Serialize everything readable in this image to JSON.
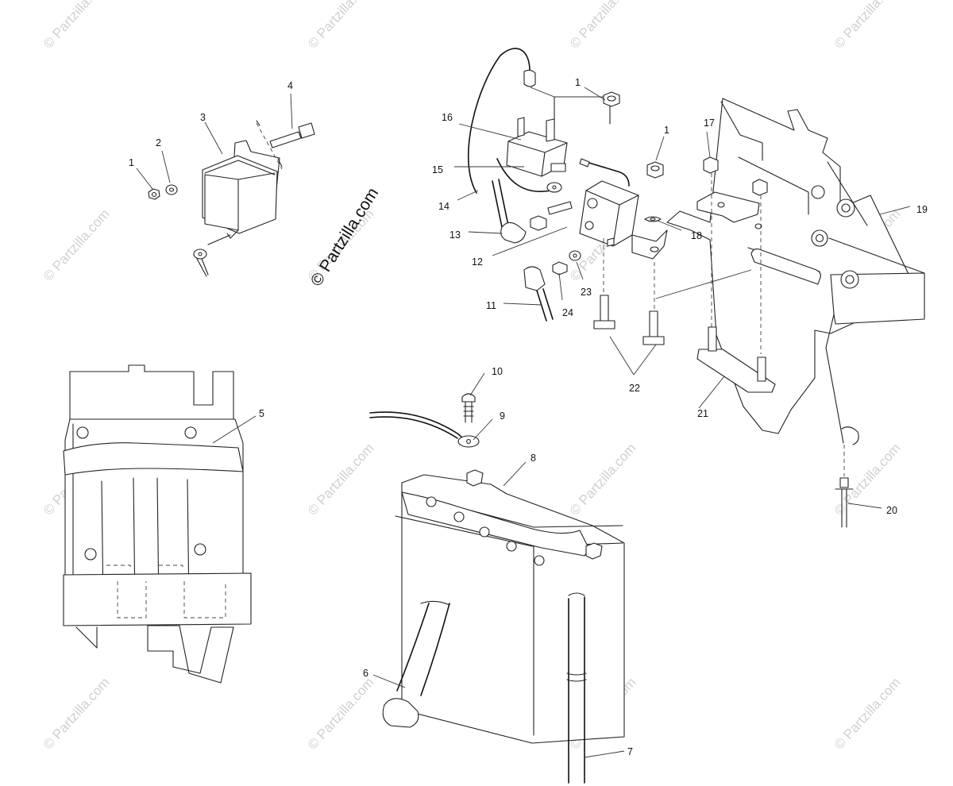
{
  "watermark_text": "© Partzilla.com",
  "center_watermark": "© Partzilla.com",
  "callouts": [
    "1",
    "2",
    "3",
    "4",
    "1",
    "16",
    "15",
    "14",
    "13",
    "12",
    "11",
    "24",
    "23",
    "18",
    "1",
    "17",
    "19",
    "22",
    "21",
    "20",
    "10",
    "9",
    "8",
    "5",
    "6",
    "7"
  ],
  "colors": {
    "line": "#222222",
    "watermark": "#d0d0d0",
    "background": "#ffffff"
  }
}
